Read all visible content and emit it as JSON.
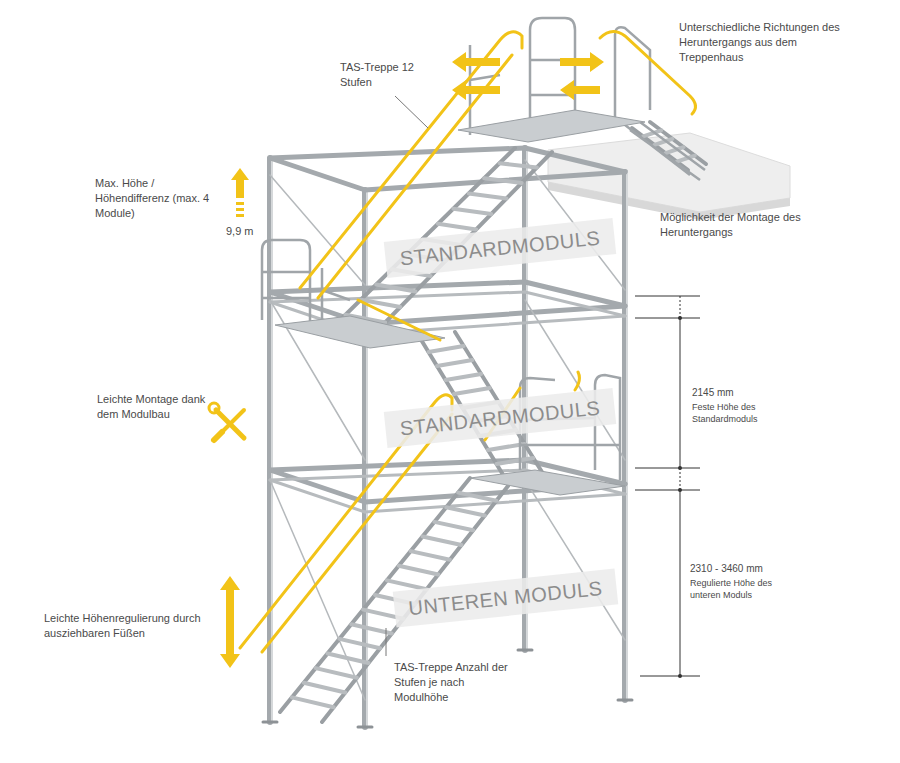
{
  "diagram": {
    "nodes": [
      {
        "text": [
          "STANDARDMODULS"
        ]
      },
      {
        "text": [
          "STANDARDMODULS"
        ]
      },
      {
        "text": [
          "UNTEREN MODULS"
        ]
      }
    ],
    "labels": [
      "TAS-Treppe 12 Stufen",
      "Unterschiedliche Richtungen des Heruntergangs aus dem Treppenhaus",
      "Max. Höhe / Höhendifferenz (max. 4 Module)",
      "9,9 m",
      "Möglichkeit der Montage des Heruntergangs",
      "2145 mm",
      "Feste Höhe des Standardmoduls",
      "Leichte Montage dank dem Modulbau",
      "2310 - 3460 mm",
      "Regulierte Höhe des unteren Moduls",
      "Leichte Höhenregulierung durch ausziehbaren Füßen",
      "TAS-Treppe Anzahl der Stufen je nach Modulhöhe"
    ]
  }
}
